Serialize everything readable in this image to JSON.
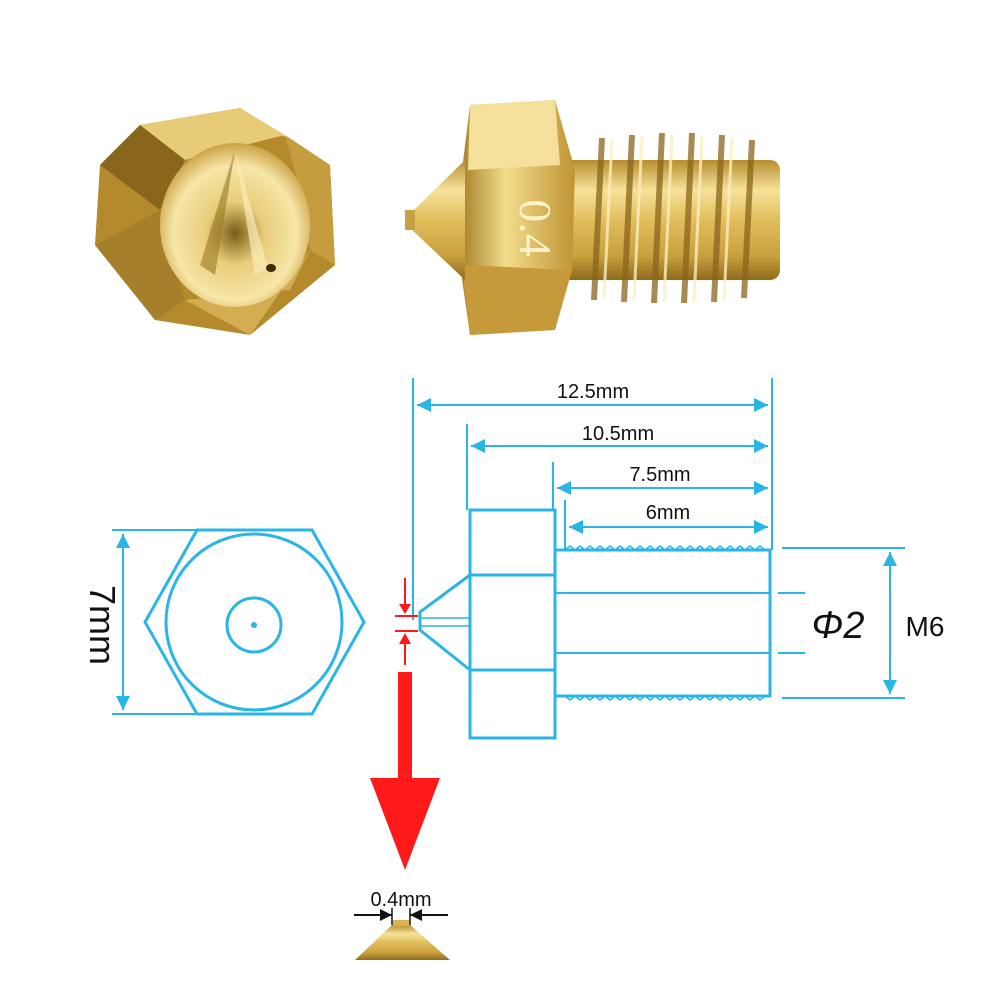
{
  "product": {
    "nozzle_size_marking": "0.4"
  },
  "dimensions": {
    "total_length": "12.5mm",
    "body_length": "10.5mm",
    "neck_to_end": "7.5mm",
    "thread_length": "6mm",
    "hex_width": "7mm",
    "bore_diameter": "Φ2",
    "thread_size": "M6",
    "nozzle_hole": "0.4mm"
  },
  "colors": {
    "drawing_line": "#29b6e6",
    "brass_light": "#f3dc8a",
    "brass_mid": "#d9b24e",
    "brass_dark": "#9c7420",
    "arrow": "#ff1a1a",
    "text": "#111111"
  }
}
